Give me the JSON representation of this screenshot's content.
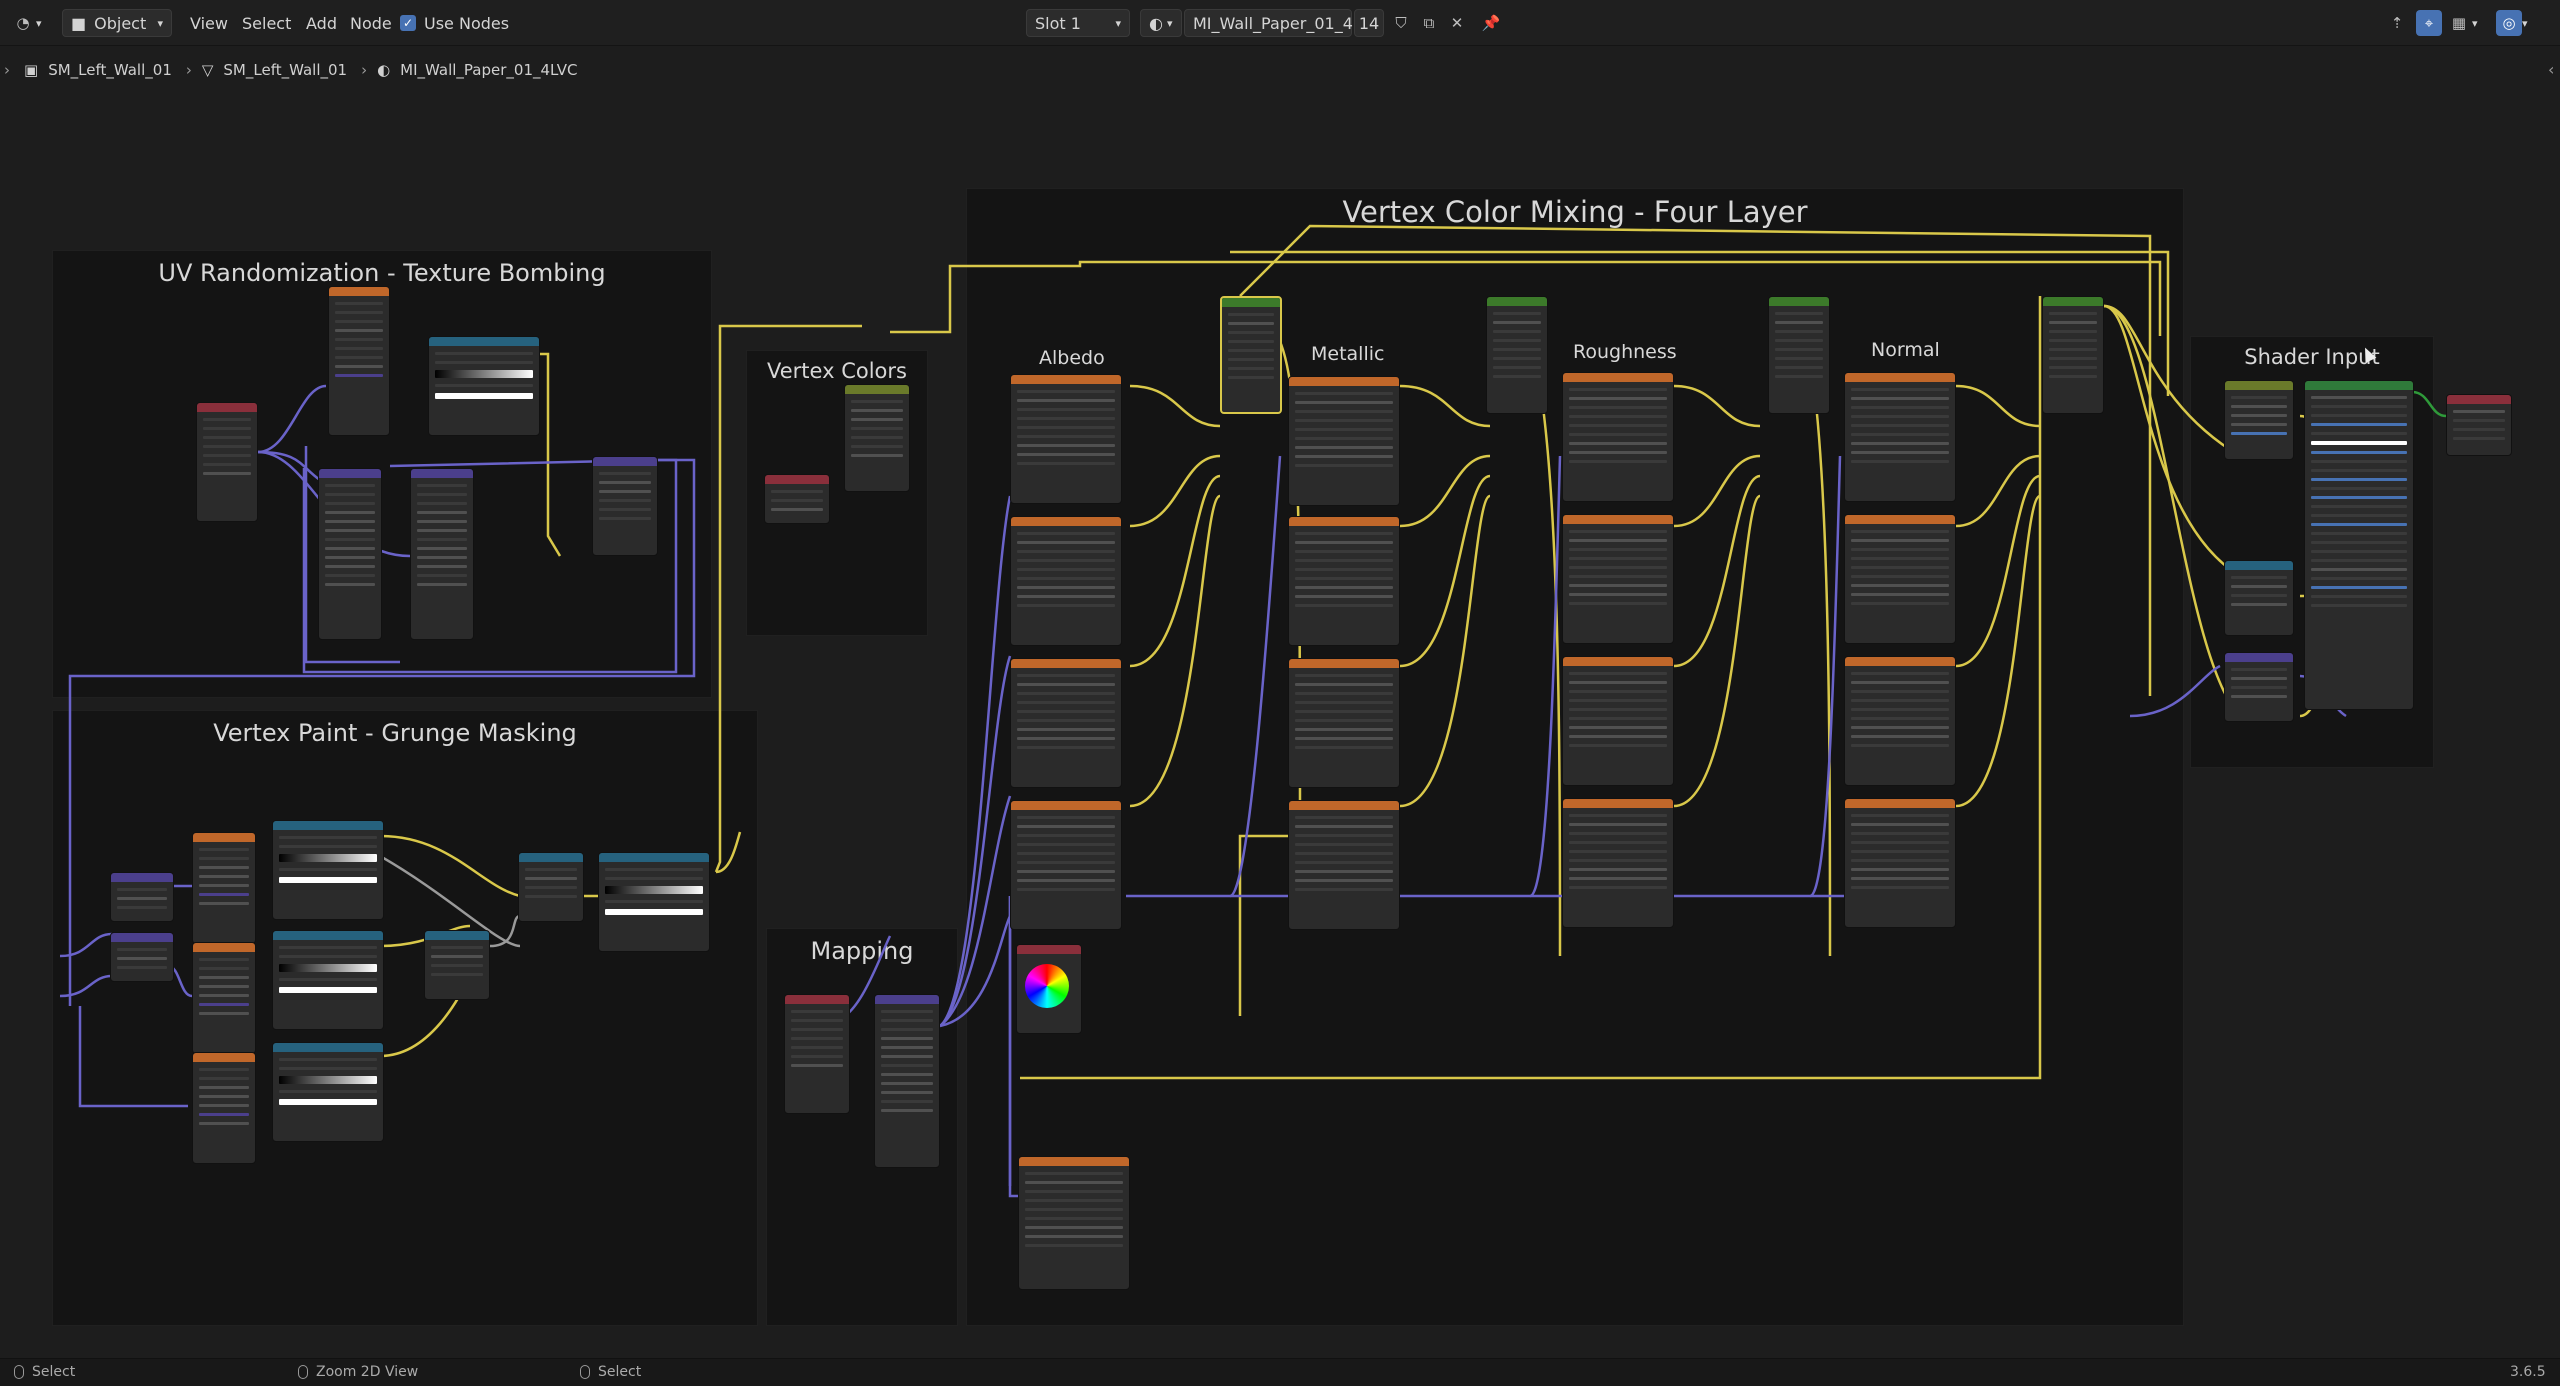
{
  "header": {
    "editor_icon": "node-editor-icon",
    "mode": "Object",
    "menus": [
      "View",
      "Select",
      "Add",
      "Node"
    ],
    "use_nodes_label": "Use Nodes",
    "slot": "Slot 1",
    "material_name": "MI_Wall_Paper_01_4LVC",
    "user_count": "14"
  },
  "breadcrumbs": [
    "SM_Left_Wall_01",
    "SM_Left_Wall_01",
    "MI_Wall_Paper_01_4LVC"
  ],
  "frames": {
    "uv_randomization": "UV Randomization - Texture Bombing",
    "vertex_paint": "Vertex Paint - Grunge Masking",
    "vertex_colors": "Vertex Colors",
    "mapping": "Mapping",
    "vertex_color_mixing": "Vertex Color Mixing - Four Layer",
    "shader_input": "Shader Input"
  },
  "columns": {
    "albedo": "Albedo",
    "metallic": "Metallic",
    "roughness": "Roughness",
    "normal": "Normal"
  },
  "colors": {
    "wire_color": "#d9c84a",
    "wire_vector": "#6a63c9",
    "wire_float": "#9a9a9a",
    "header_texture": "#c0672a",
    "header_color": "#26627e",
    "header_vector": "#4b3f8c",
    "header_input": "#8a2f3b",
    "header_shader": "#2f7a3a",
    "header_mix": "#3c7a2a"
  },
  "statusbar": {
    "left": "Select",
    "middle": "Zoom 2D View",
    "right": "Select",
    "version": "3.6.5"
  }
}
